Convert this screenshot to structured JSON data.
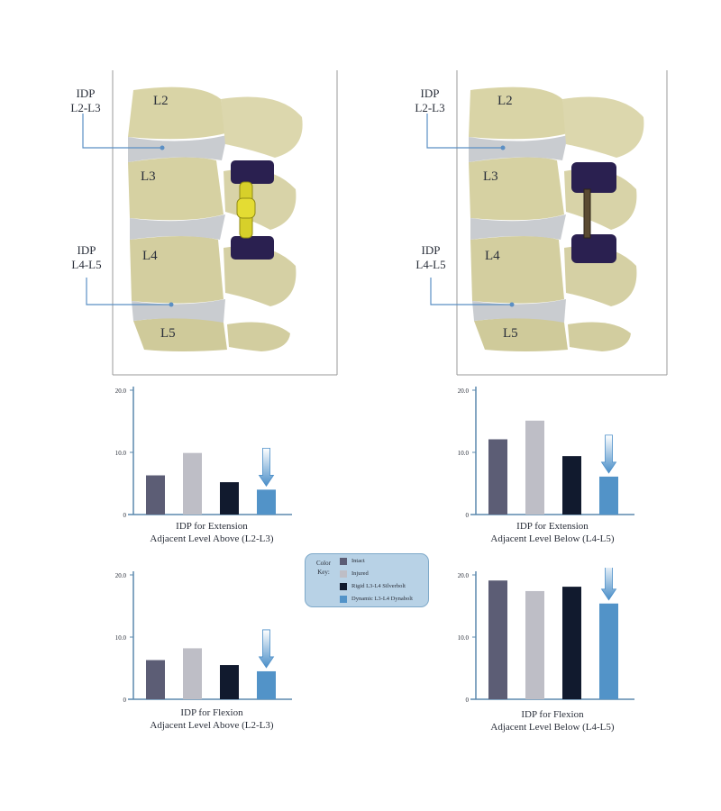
{
  "colors": {
    "intact": "#5c5d75",
    "injured": "#bebec6",
    "rigid": "#111a2e",
    "dynamic": "#5293c8",
    "axis": "#5b88ad",
    "leader": "#5b8fc4",
    "bone": "#d9d4a6",
    "disc": "#c9ccd0",
    "implant": "#2a2050"
  },
  "illustrations": [
    {
      "id": "silverbolt",
      "levels": [
        "L2",
        "L3",
        "L4",
        "L5"
      ],
      "idp_upper": [
        "IDP",
        "L2-L3"
      ],
      "idp_lower": [
        "IDP",
        "L4-L5"
      ],
      "implant": "rigid rod (yellow)"
    },
    {
      "id": "dynabolt",
      "levels": [
        "L2",
        "L3",
        "L4",
        "L5"
      ],
      "idp_upper": [
        "IDP",
        "L2-L3"
      ],
      "idp_lower": [
        "IDP",
        "L4-L5"
      ],
      "implant": "dynamic cord (dark)"
    }
  ],
  "legend": {
    "title": [
      "Color",
      "Key:"
    ],
    "items": [
      {
        "label": "Intact",
        "color": "#5c5d75"
      },
      {
        "label": "Injured",
        "color": "#bebec6"
      },
      {
        "label": "Rigid L3-L4 Silverbolt",
        "color": "#111a2e"
      },
      {
        "label": "Dynamic L3-L4 Dynabolt",
        "color": "#5293c8"
      }
    ]
  },
  "chart_data": [
    {
      "type": "bar",
      "xlabel": [
        "IDP for Extension",
        "Adjacent Level Above (L2-L3)"
      ],
      "categories": [
        "Intact",
        "Injured",
        "Rigid L3-L4 Silverbolt",
        "Dynamic L3-L4 Dynabolt"
      ],
      "values": [
        6.3,
        9.9,
        5.2,
        4.0
      ],
      "yticks": [
        "0",
        "10.0",
        "20.0"
      ],
      "ylim": [
        0,
        20
      ],
      "highlight": "Dynamic L3-L4 Dynabolt"
    },
    {
      "type": "bar",
      "xlabel": [
        "IDP for Extension",
        "Adjacent Level Below (L4-L5)"
      ],
      "categories": [
        "Intact",
        "Injured",
        "Rigid L3-L4 Silverbolt",
        "Dynamic L3-L4 Dynabolt"
      ],
      "values": [
        12.1,
        15.1,
        9.4,
        6.1
      ],
      "yticks": [
        "0",
        "10.0",
        "20.0"
      ],
      "ylim": [
        0,
        20
      ],
      "highlight": "Dynamic L3-L4 Dynabolt"
    },
    {
      "type": "bar",
      "xlabel": [
        "IDP for Flexion",
        "Adjacent Level Above (L2-L3)"
      ],
      "categories": [
        "Intact",
        "Injured",
        "Rigid L3-L4 Silverbolt",
        "Dynamic L3-L4 Dynabolt"
      ],
      "values": [
        6.3,
        8.2,
        5.5,
        4.5
      ],
      "yticks": [
        "0",
        "10.0",
        "20.0"
      ],
      "ylim": [
        0,
        20
      ],
      "highlight": "Dynamic L3-L4 Dynabolt"
    },
    {
      "type": "bar",
      "xlabel": [
        "IDP for Flexion",
        "Adjacent Level Below (L4-L5)"
      ],
      "categories": [
        "Intact",
        "Injured",
        "Rigid L3-L4 Silverbolt",
        "Dynamic L3-L4 Dynabolt"
      ],
      "values": [
        19.1,
        17.4,
        18.1,
        15.4
      ],
      "yticks": [
        "0",
        "10.0",
        "20.0"
      ],
      "ylim": [
        0,
        20
      ],
      "highlight": "Dynamic L3-L4 Dynabolt"
    }
  ]
}
